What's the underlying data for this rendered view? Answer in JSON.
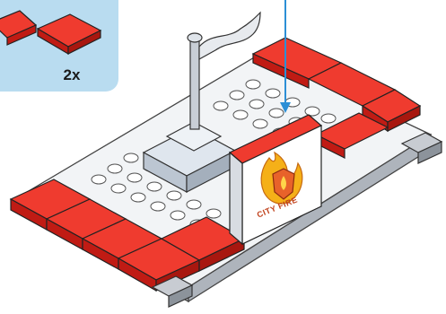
{
  "callout": {
    "count_label": "2x",
    "part": "red-tile-2x2",
    "background_color": "#b9dcf0"
  },
  "model": {
    "sign_logo_text": "CITY FIRE",
    "colors": {
      "red_tile": "#e0241b",
      "red_tile_top": "#ef3b2f",
      "plate_white": "#f2f4f6",
      "plate_shadow": "#c8ccd2",
      "flag_grey": "#b9c0c8",
      "arrow_blue": "#2c8fd6",
      "logo_yellow": "#f5b018",
      "logo_orange": "#e8622a"
    },
    "icons": [
      "flag-icon",
      "fire-shield-icon",
      "down-arrow-icon"
    ]
  }
}
